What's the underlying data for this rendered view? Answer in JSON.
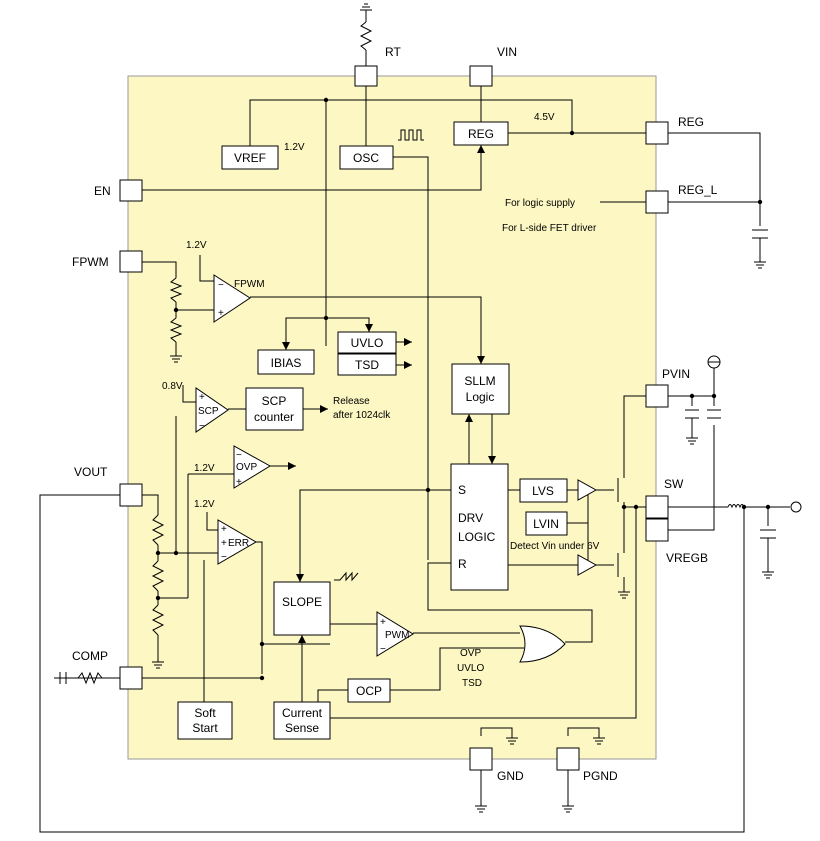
{
  "colors": {
    "chip_fill": "#fdf7c3",
    "chip_stroke": "#9a9a9a",
    "line": "#000000"
  },
  "pins": {
    "rt": "RT",
    "vin": "VIN",
    "reg": "REG",
    "reg_l": "REG_L",
    "en": "EN",
    "fpwm": "FPWM",
    "vout": "VOUT",
    "comp": "COMP",
    "pvin": "PVIN",
    "sw": "SW",
    "vregb": "VREGB",
    "gnd": "GND",
    "pgnd": "PGND"
  },
  "blocks": {
    "vref": "VREF",
    "osc": "OSC",
    "reg": "REG",
    "ibias": "IBIAS",
    "uvlo": "UVLO",
    "tsd": "TSD",
    "sllm_l1": "SLLM",
    "sllm_l2": "Logic",
    "scp_counter_l1": "SCP",
    "scp_counter_l2": "counter",
    "lvs": "LVS",
    "lvin": "LVIN",
    "drv_s": "S",
    "drv_l1": "DRV",
    "drv_l2": "LOGIC",
    "drv_r": "R",
    "slope": "SLOPE",
    "ocp": "OCP",
    "soft_start_l1": "Soft",
    "soft_start_l2": "Start",
    "current_sense_l1": "Current",
    "current_sense_l2": "Sense"
  },
  "amps": {
    "fpwm": "FPWM",
    "scp": "SCP",
    "ovp": "OVP",
    "err": "ERR",
    "pwm": "PWM"
  },
  "labels": {
    "v12_vref": "1.2V",
    "v45": "4.5V",
    "v12_fpwm": "1.2V",
    "v08": "0.8V",
    "v12_ovp": "1.2V",
    "v12_err": "1.2V",
    "release_l1": "Release",
    "release_l2": "after  1024clk",
    "logic_supply": "For logic supply",
    "lside_driver": "For L-side FET driver",
    "detect_vin": "Detect Vin under 6V",
    "or_ovp": "OVP",
    "or_uvlo": "UVLO",
    "or_tsd": "TSD"
  }
}
